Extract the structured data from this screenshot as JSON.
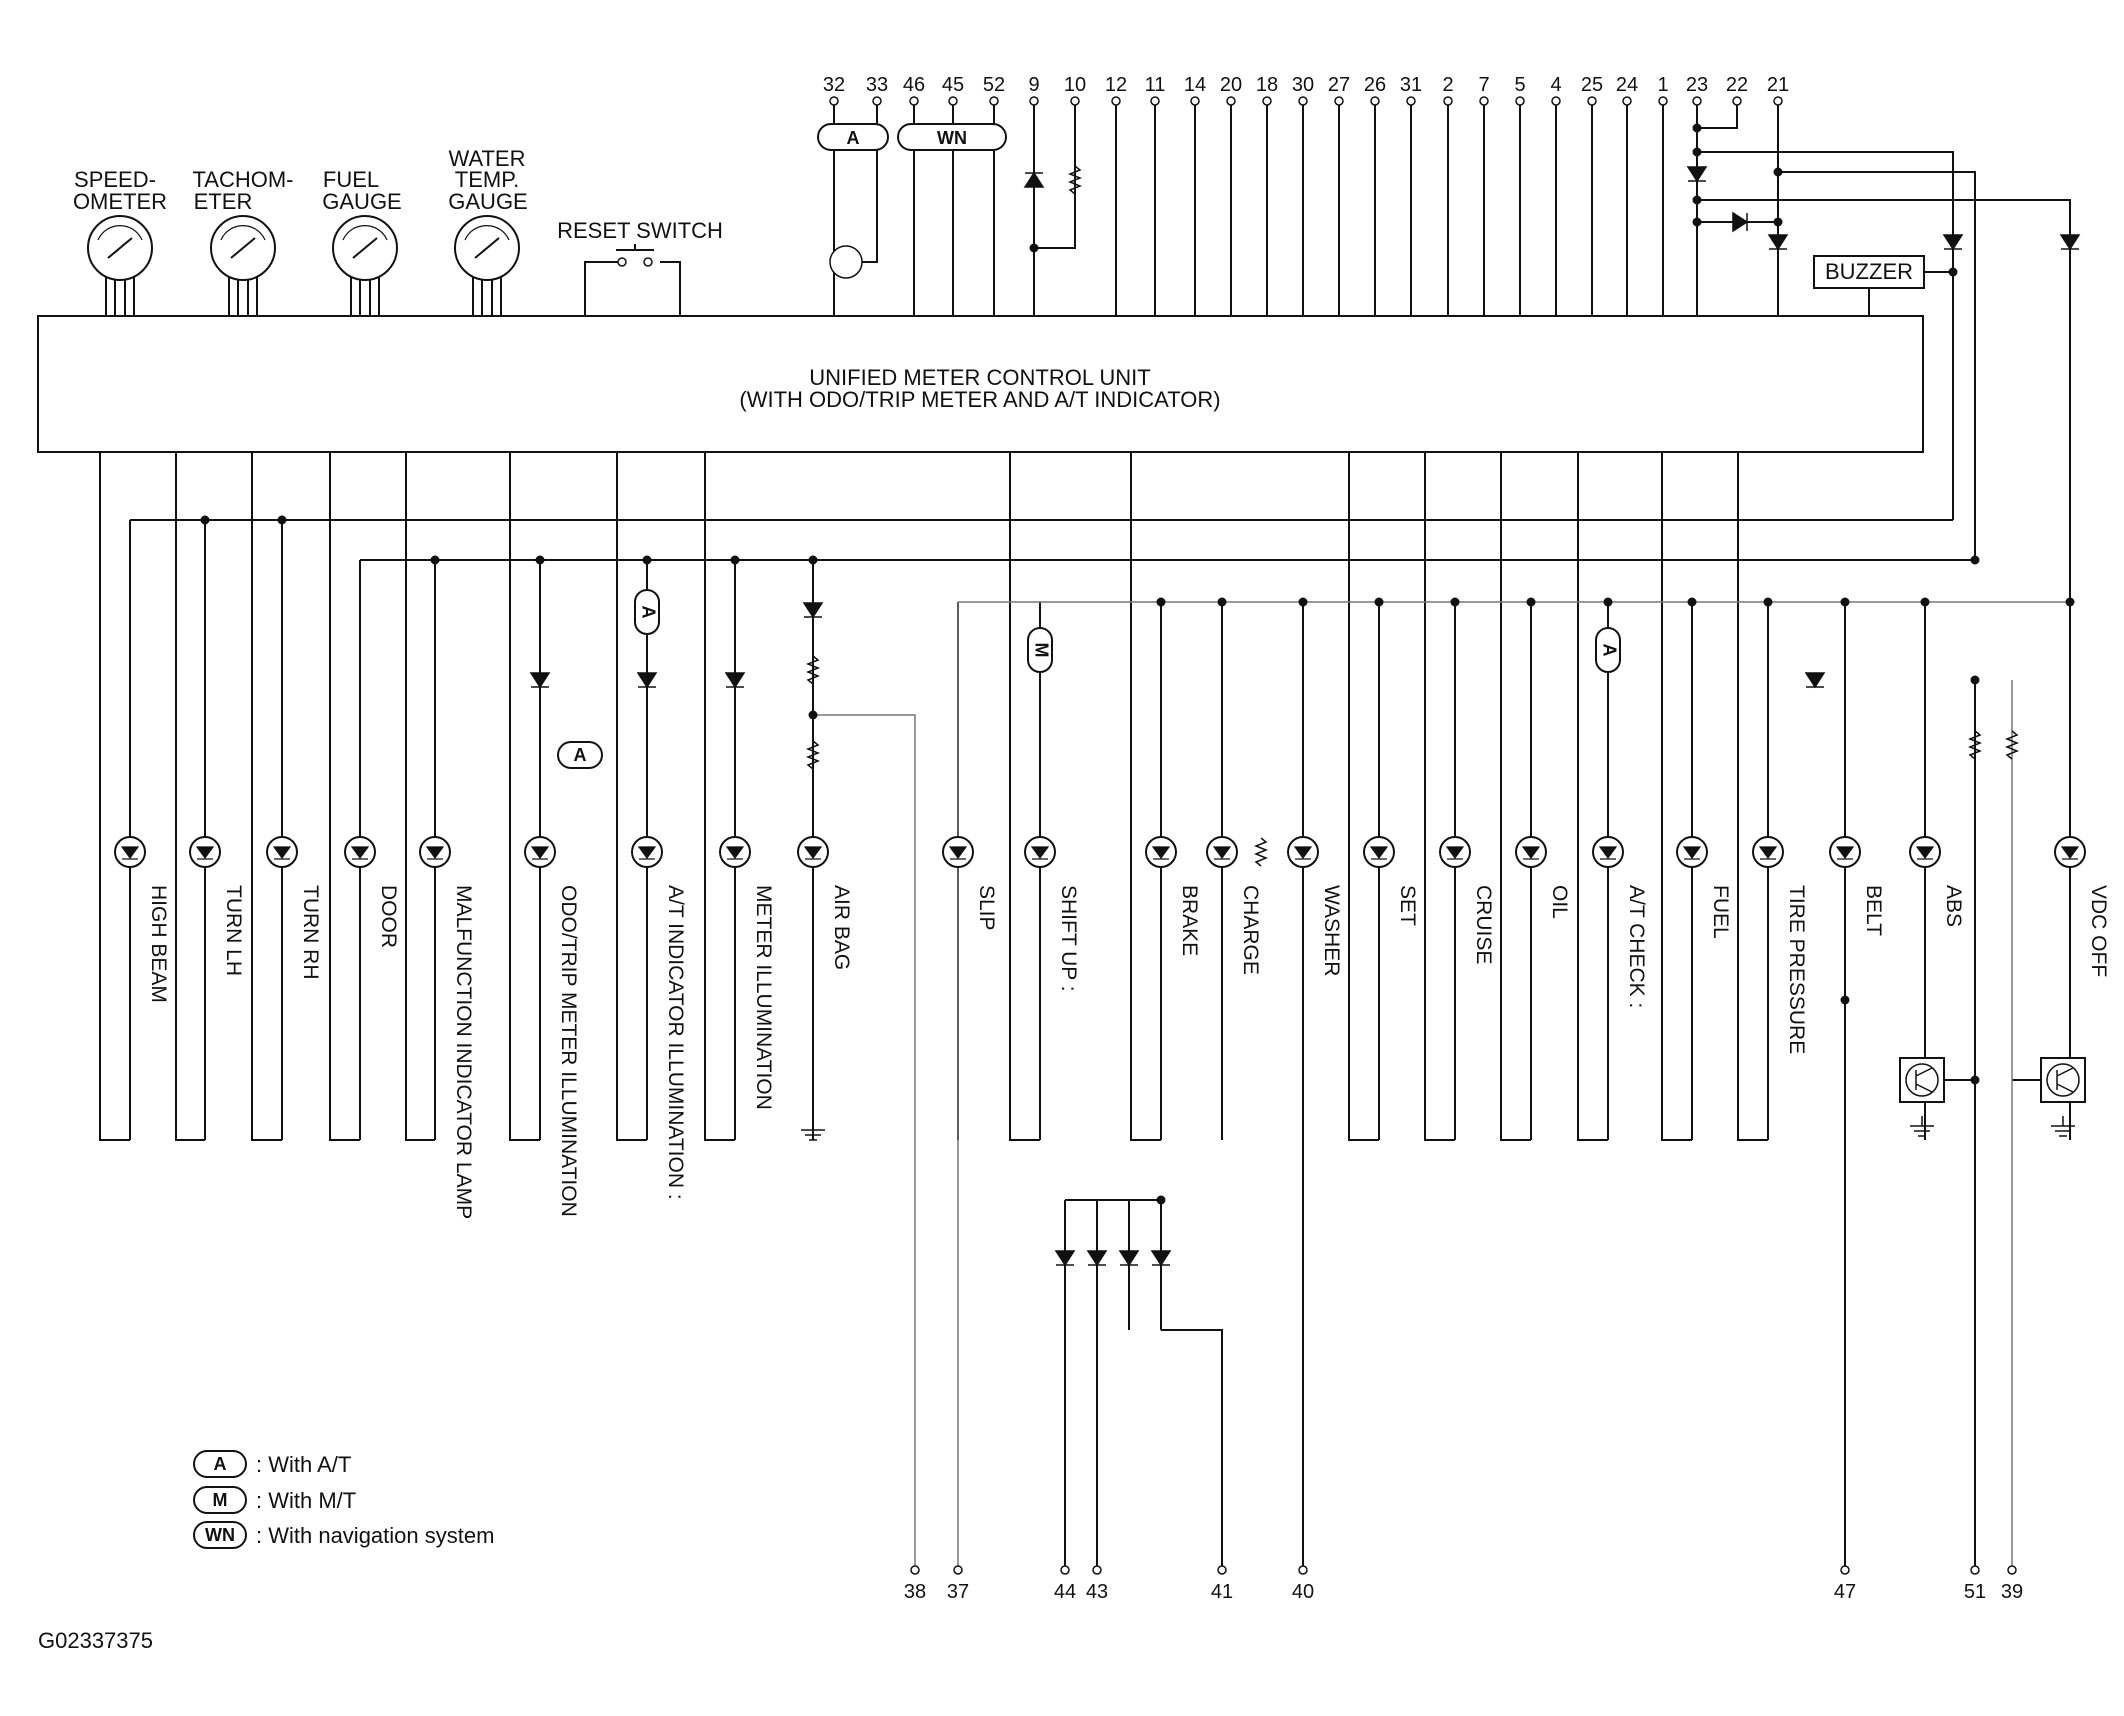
{
  "gauges": [
    {
      "lines": [
        "SPEED-",
        "OMETER"
      ]
    },
    {
      "lines": [
        "TACHOM-",
        "ETER"
      ]
    },
    {
      "lines": [
        "FUEL",
        "GAUGE"
      ]
    },
    {
      "lines": [
        "WATER",
        "TEMP.",
        "GAUGE"
      ]
    }
  ],
  "reset_switch": "RESET SWITCH",
  "control_unit": {
    "line1": "UNIFIED METER CONTROL UNIT",
    "line2": "(WITH ODO/TRIP METER AND A/T INDICATOR)"
  },
  "buzzer": "BUZZER",
  "tags": {
    "at": "A",
    "mt": "M",
    "nav": "WN"
  },
  "top_pins": [
    "32",
    "33",
    "46",
    "45",
    "52",
    "9",
    "10",
    "12",
    "11",
    "14",
    "20",
    "18",
    "30",
    "27",
    "26",
    "31",
    "2",
    "7",
    "5",
    "4",
    "25",
    "24",
    "1",
    "23",
    "22",
    "21"
  ],
  "lamps": [
    "HIGH BEAM",
    "TURN LH",
    "TURN RH",
    "DOOR",
    "MALFUNCTION INDICATOR LAMP",
    "ODO/TRIP METER ILLUMINATION",
    "A/T INDICATOR ILLUMINATION :",
    "METER ILLUMINATION",
    "AIR BAG",
    "SLIP",
    "SHIFT UP :",
    "BRAKE",
    "CHARGE",
    "WASHER",
    "SET",
    "CRUISE",
    "OIL",
    "A/T CHECK :",
    "FUEL",
    "TIRE PRESSURE",
    "BELT",
    "ABS",
    "VDC OFF"
  ],
  "bottom_pins": [
    "38",
    "37",
    "44",
    "43",
    "41",
    "40",
    "47",
    "51",
    "39"
  ],
  "legend": [
    {
      "tag": "A",
      "text": ": With A/T"
    },
    {
      "tag": "M",
      "text": ": With M/T"
    },
    {
      "tag": "WN",
      "text": ": With navigation system"
    }
  ],
  "figure_code": "G02337375"
}
